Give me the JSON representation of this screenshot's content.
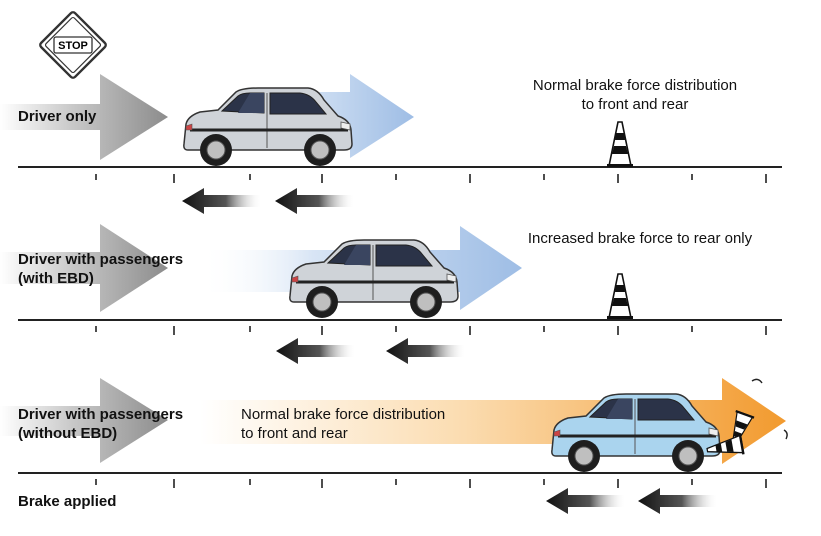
{
  "stop_sign": {
    "text": "STOP"
  },
  "rows": [
    {
      "label_line1": "Driver only",
      "label_line2": "",
      "note_line1": "Normal brake force distribution",
      "note_line2": "to front and rear"
    },
    {
      "label_line1": "Driver with passengers",
      "label_line2": "(with EBD)",
      "note_line1": "Increased brake force to rear only",
      "note_line2": ""
    },
    {
      "label_line1": "Driver with passengers",
      "label_line2": "(without EBD)",
      "note_line1": "Normal brake force distribution",
      "note_line2": "to front and rear"
    }
  ],
  "footer": {
    "brake_applied": "Brake applied"
  },
  "colors": {
    "gray_arrow": "#8a8a8a",
    "blue_arrow": "#a9c3e6",
    "orange_arrow": "#f3a03a",
    "car_silver": "#cfd3d8",
    "car_lightblue": "#aad4ee",
    "brake_arrow": "#111111"
  }
}
